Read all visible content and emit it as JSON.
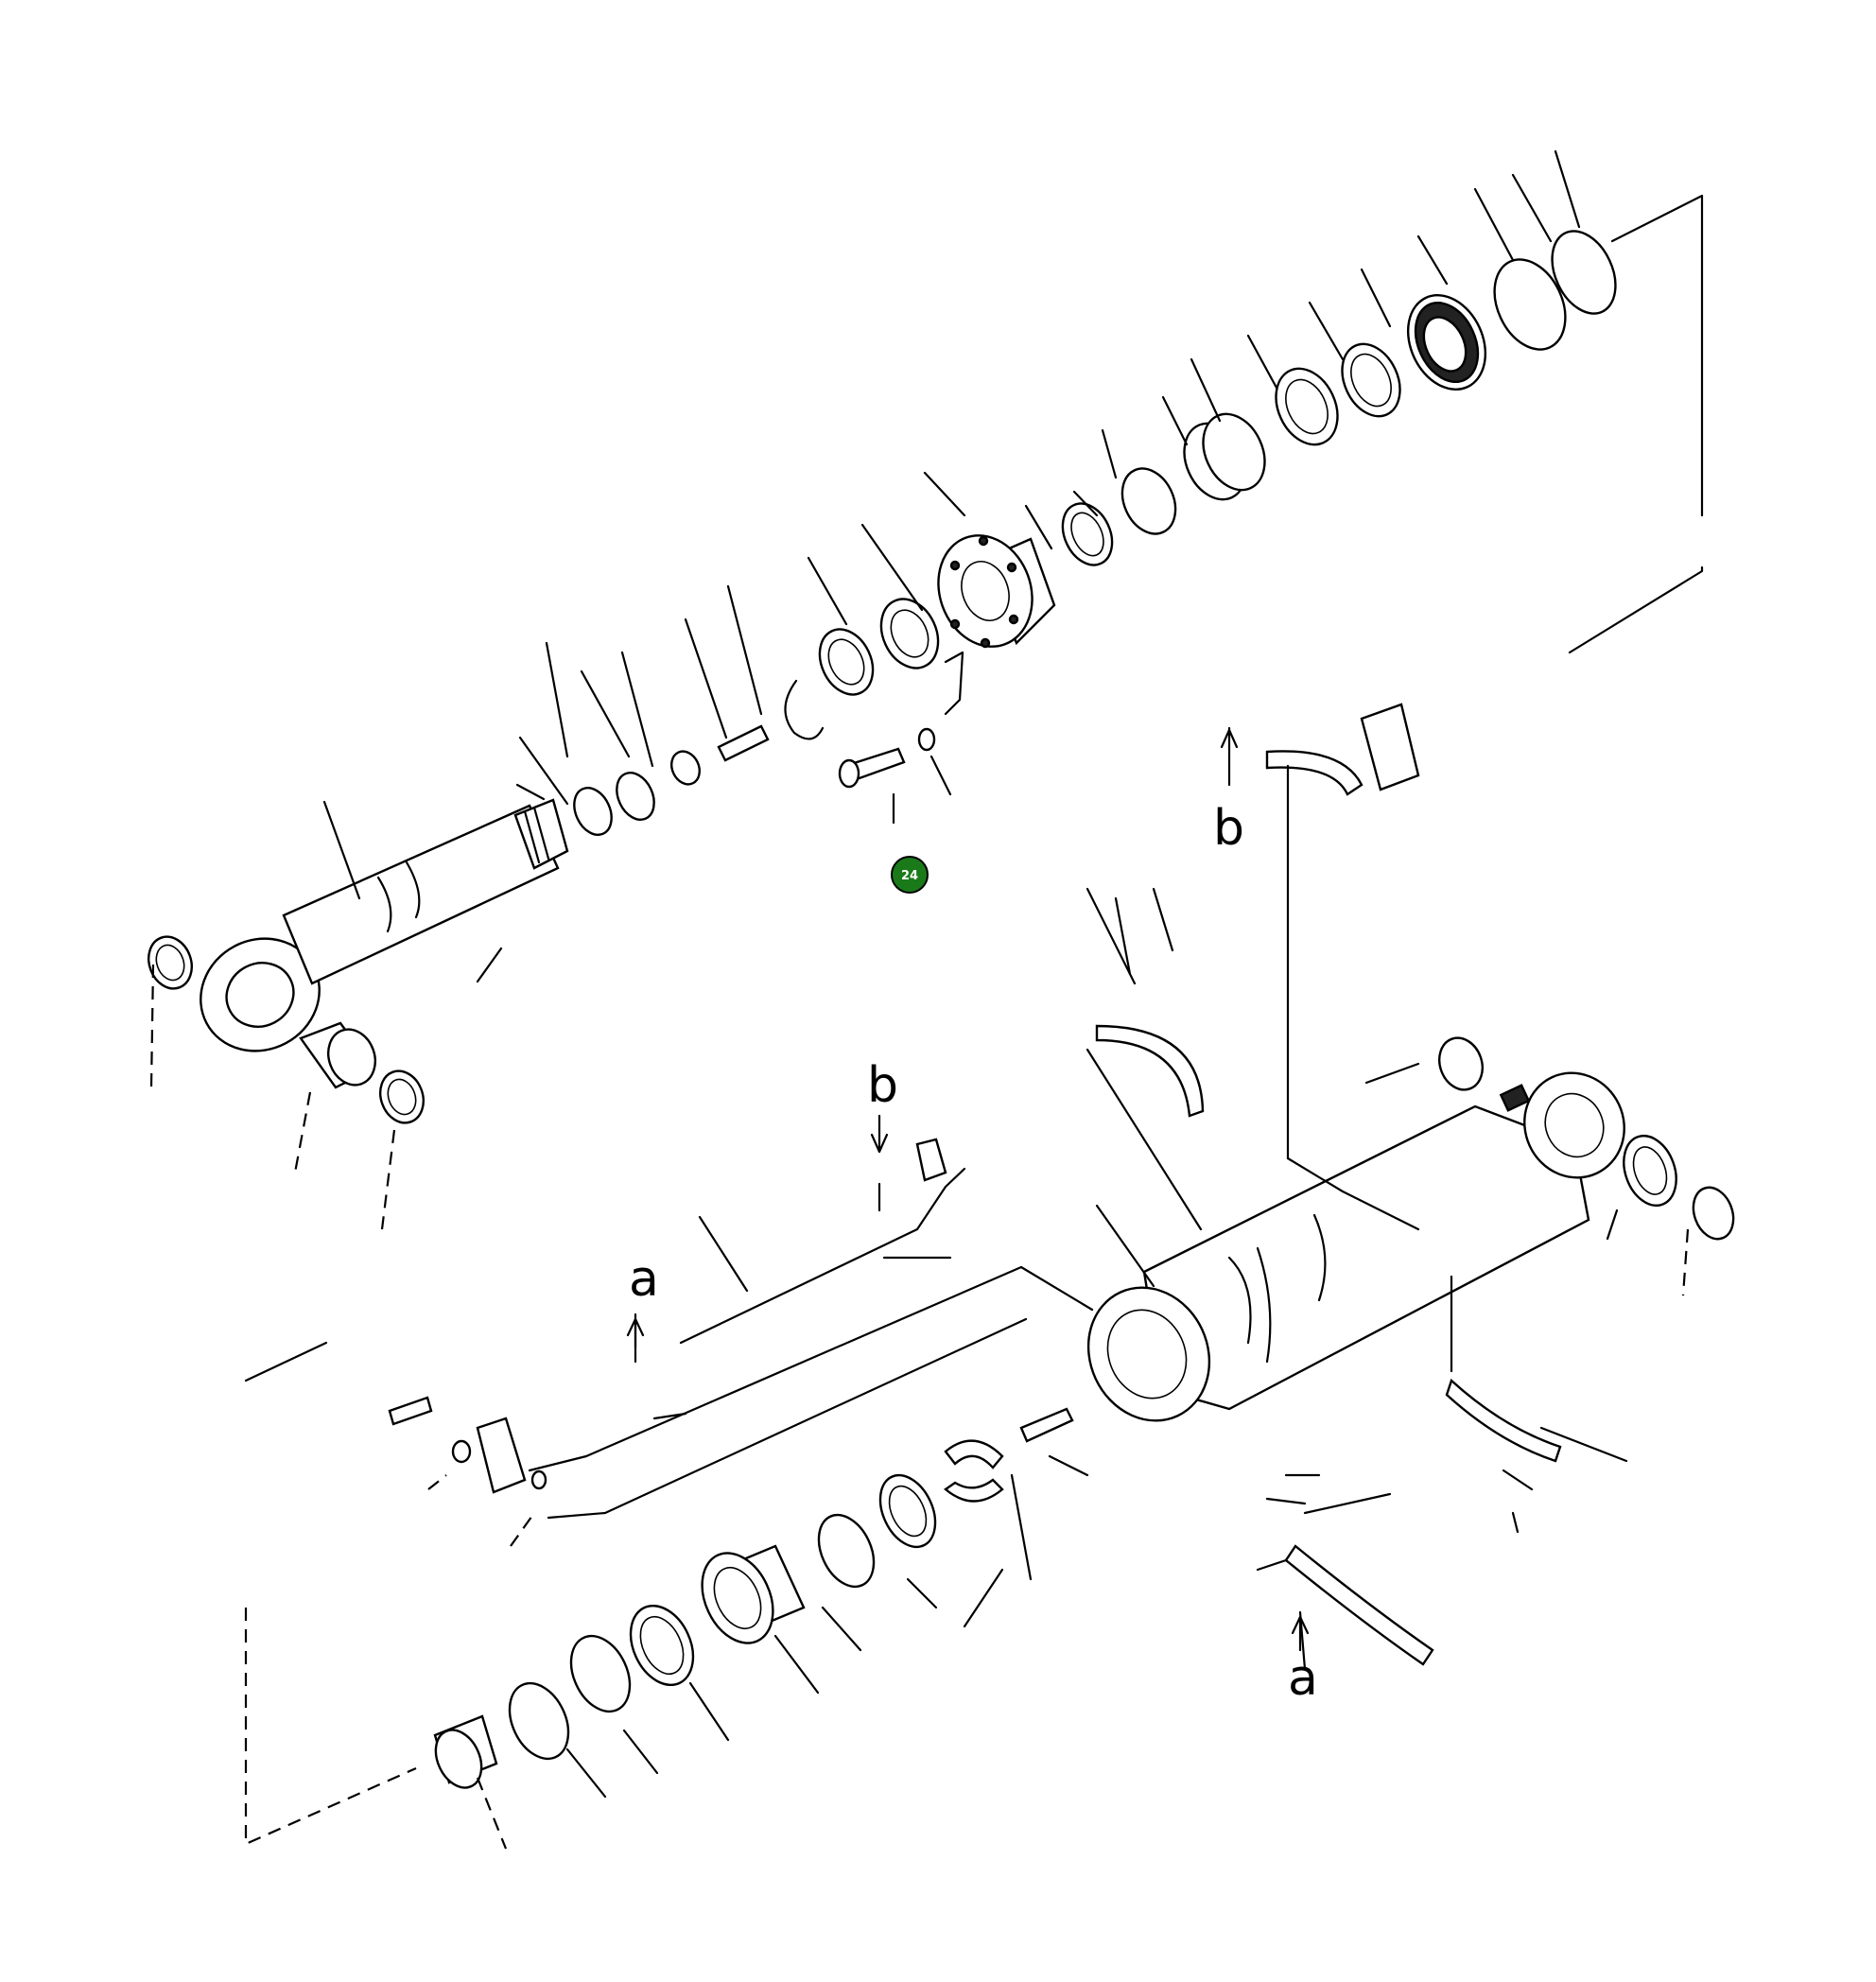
{
  "callout": {
    "number": "24",
    "color": "#1a7a1a"
  },
  "refs": {
    "b": "b",
    "a": "a"
  }
}
